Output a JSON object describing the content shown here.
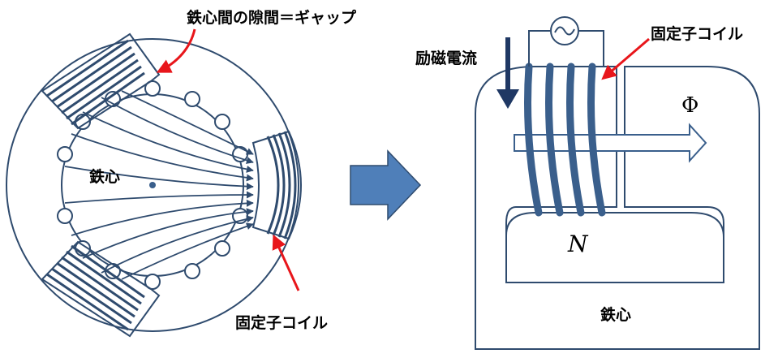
{
  "labels": {
    "gap": "鉄心間の隙間＝ギャップ",
    "core_left": "鉄心",
    "coil_left": "固定子コイル",
    "excitation": "励磁電流",
    "coil_right": "固定子コイル",
    "flux": "Φ",
    "pole": "N",
    "core_right": "鉄心"
  },
  "icons": {
    "ac_source": "ac-source-icon",
    "transition_arrow": "right-arrow-icon"
  },
  "colors": {
    "outline": "#2f4b6e",
    "coil": "#3a5f8c",
    "pointer": "#e8161b",
    "current_arrow": "#1f3864",
    "big_arrow": "#4f7fb9"
  }
}
